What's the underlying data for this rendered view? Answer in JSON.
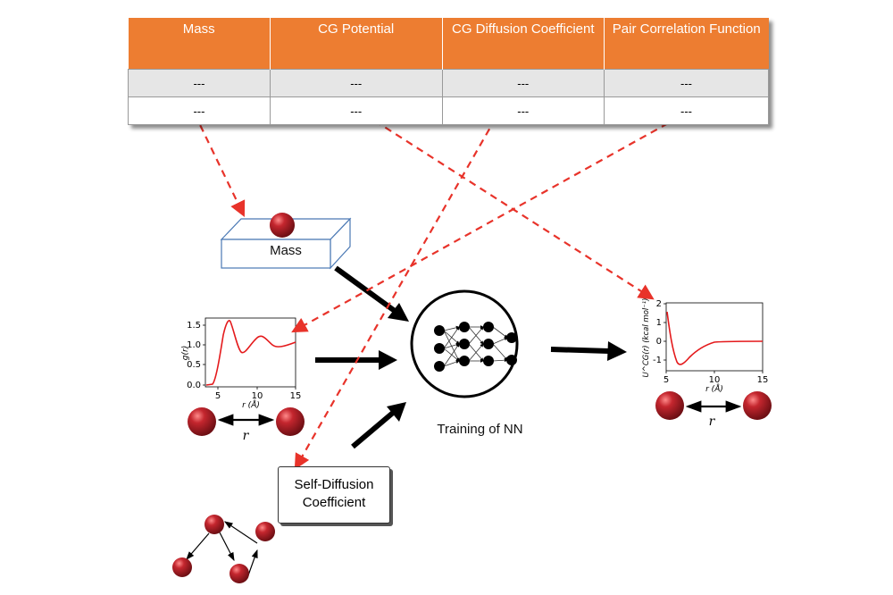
{
  "table": {
    "headers": [
      "Mass",
      "CG Potential",
      "CG Diffusion Coefficient",
      "Pair Correlation Function"
    ],
    "rows": [
      [
        "---",
        "---",
        "---",
        "---"
      ],
      [
        "---",
        "---",
        "---",
        "---"
      ]
    ]
  },
  "mass_box": {
    "label": "Mass"
  },
  "training": {
    "label": "Training of NN"
  },
  "self_diffusion": {
    "line1": "Self-Diffusion",
    "line2": "Coefficient"
  },
  "gr_plot": {
    "ylabel": "g(r)",
    "xlabel": "r (Å)",
    "yticks": [
      "0.0",
      "0.5",
      "1.0",
      "1.5"
    ],
    "xticks": [
      "5",
      "10",
      "15"
    ],
    "distance_label": "r"
  },
  "ucg_plot": {
    "ylabel": "U^CG(r) (kcal mol⁻¹)",
    "xlabel": "r (Å)",
    "yticks": [
      "2",
      "1",
      "0",
      "-1"
    ],
    "xticks": [
      "5",
      "10",
      "15"
    ],
    "distance_label": "r"
  },
  "colors": {
    "table_header": "#ed7d31",
    "curve": "#e41a1c",
    "sphere": "#9b1c22",
    "dashed_arrow": "#e8332a"
  },
  "icons": [
    "sphere-icon",
    "neural-network-icon",
    "box-icon"
  ]
}
